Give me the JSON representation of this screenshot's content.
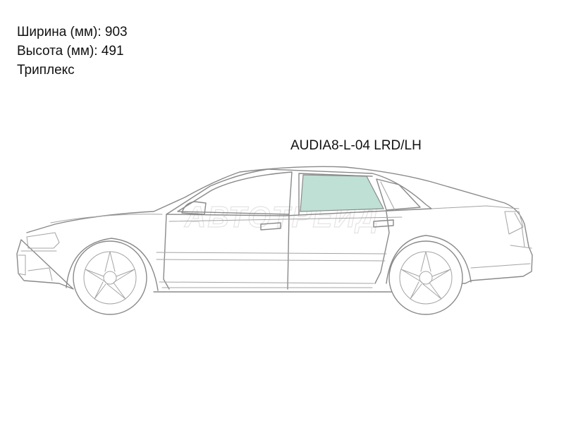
{
  "specs": {
    "width_line": "Ширина (мм): 903",
    "height_line": "Высота (мм): 491",
    "glass_type": "Триплекс"
  },
  "part_code": "AUDIA8-L-04 LRD/LH",
  "watermark": "АВТОТРЕЙД",
  "colors": {
    "selected_glass": "#bfe0d4",
    "outline": "#8a8a8a",
    "background": "#ffffff"
  }
}
